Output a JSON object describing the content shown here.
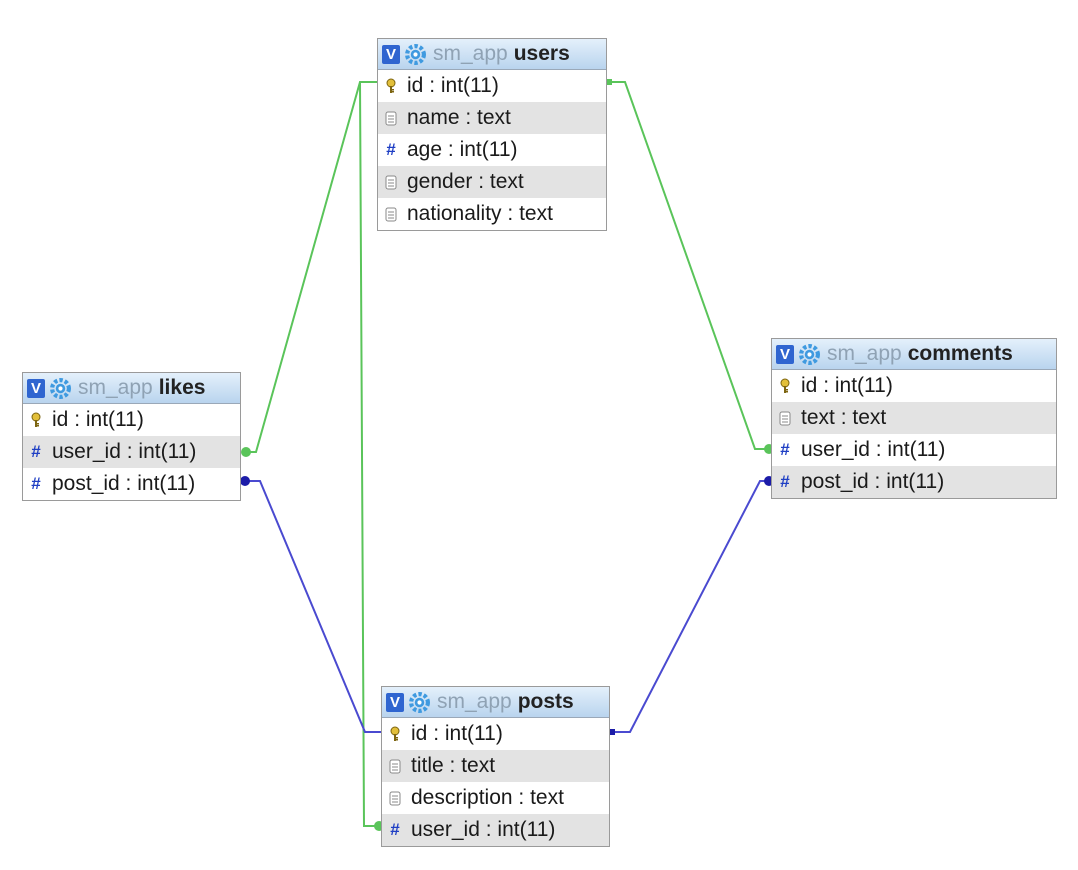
{
  "tables": {
    "users": {
      "database": "sm_app",
      "name": "users",
      "columns": [
        {
          "name": "id",
          "type": "int(11)",
          "icon": "primary-key-icon"
        },
        {
          "name": "name",
          "type": "text",
          "icon": "text-column-icon"
        },
        {
          "name": "age",
          "type": "int(11)",
          "icon": "numeric-column-icon"
        },
        {
          "name": "gender",
          "type": "text",
          "icon": "text-column-icon"
        },
        {
          "name": "nationality",
          "type": "text",
          "icon": "text-column-icon"
        }
      ]
    },
    "likes": {
      "database": "sm_app",
      "name": "likes",
      "columns": [
        {
          "name": "id",
          "type": "int(11)",
          "icon": "primary-key-icon"
        },
        {
          "name": "user_id",
          "type": "int(11)",
          "icon": "numeric-column-icon"
        },
        {
          "name": "post_id",
          "type": "int(11)",
          "icon": "numeric-column-icon"
        }
      ]
    },
    "comments": {
      "database": "sm_app",
      "name": "comments",
      "columns": [
        {
          "name": "id",
          "type": "int(11)",
          "icon": "primary-key-icon"
        },
        {
          "name": "text",
          "type": "text",
          "icon": "text-column-icon"
        },
        {
          "name": "user_id",
          "type": "int(11)",
          "icon": "numeric-column-icon"
        },
        {
          "name": "post_id",
          "type": "int(11)",
          "icon": "numeric-column-icon"
        }
      ]
    },
    "posts": {
      "database": "sm_app",
      "name": "posts",
      "columns": [
        {
          "name": "id",
          "type": "int(11)",
          "icon": "primary-key-icon"
        },
        {
          "name": "title",
          "type": "text",
          "icon": "text-column-icon"
        },
        {
          "name": "description",
          "type": "text",
          "icon": "text-column-icon"
        },
        {
          "name": "user_id",
          "type": "int(11)",
          "icon": "numeric-column-icon"
        }
      ]
    }
  },
  "relations": [
    {
      "from": "likes.user_id",
      "to": "users.id",
      "color": "#5ac45a"
    },
    {
      "from": "posts.user_id",
      "to": "users.id",
      "color": "#5ac45a"
    },
    {
      "from": "comments.user_id",
      "to": "users.id",
      "color": "#5ac45a"
    },
    {
      "from": "likes.post_id",
      "to": "posts.id",
      "color": "#4a4ad0"
    },
    {
      "from": "comments.post_id",
      "to": "posts.id",
      "color": "#4a4ad0"
    }
  ],
  "colors": {
    "header_gradient_top": "#e4f0fb",
    "header_gradient_bottom": "#b9d4ee",
    "row_shade": "#e3e3e3",
    "toggle_icon": "#2f65d0",
    "gear_icon": "#3f9ae0",
    "numeric_icon": "#1f3fc4",
    "user_relation_line": "#5ac45a",
    "post_relation_line": "#4a4ad0"
  }
}
